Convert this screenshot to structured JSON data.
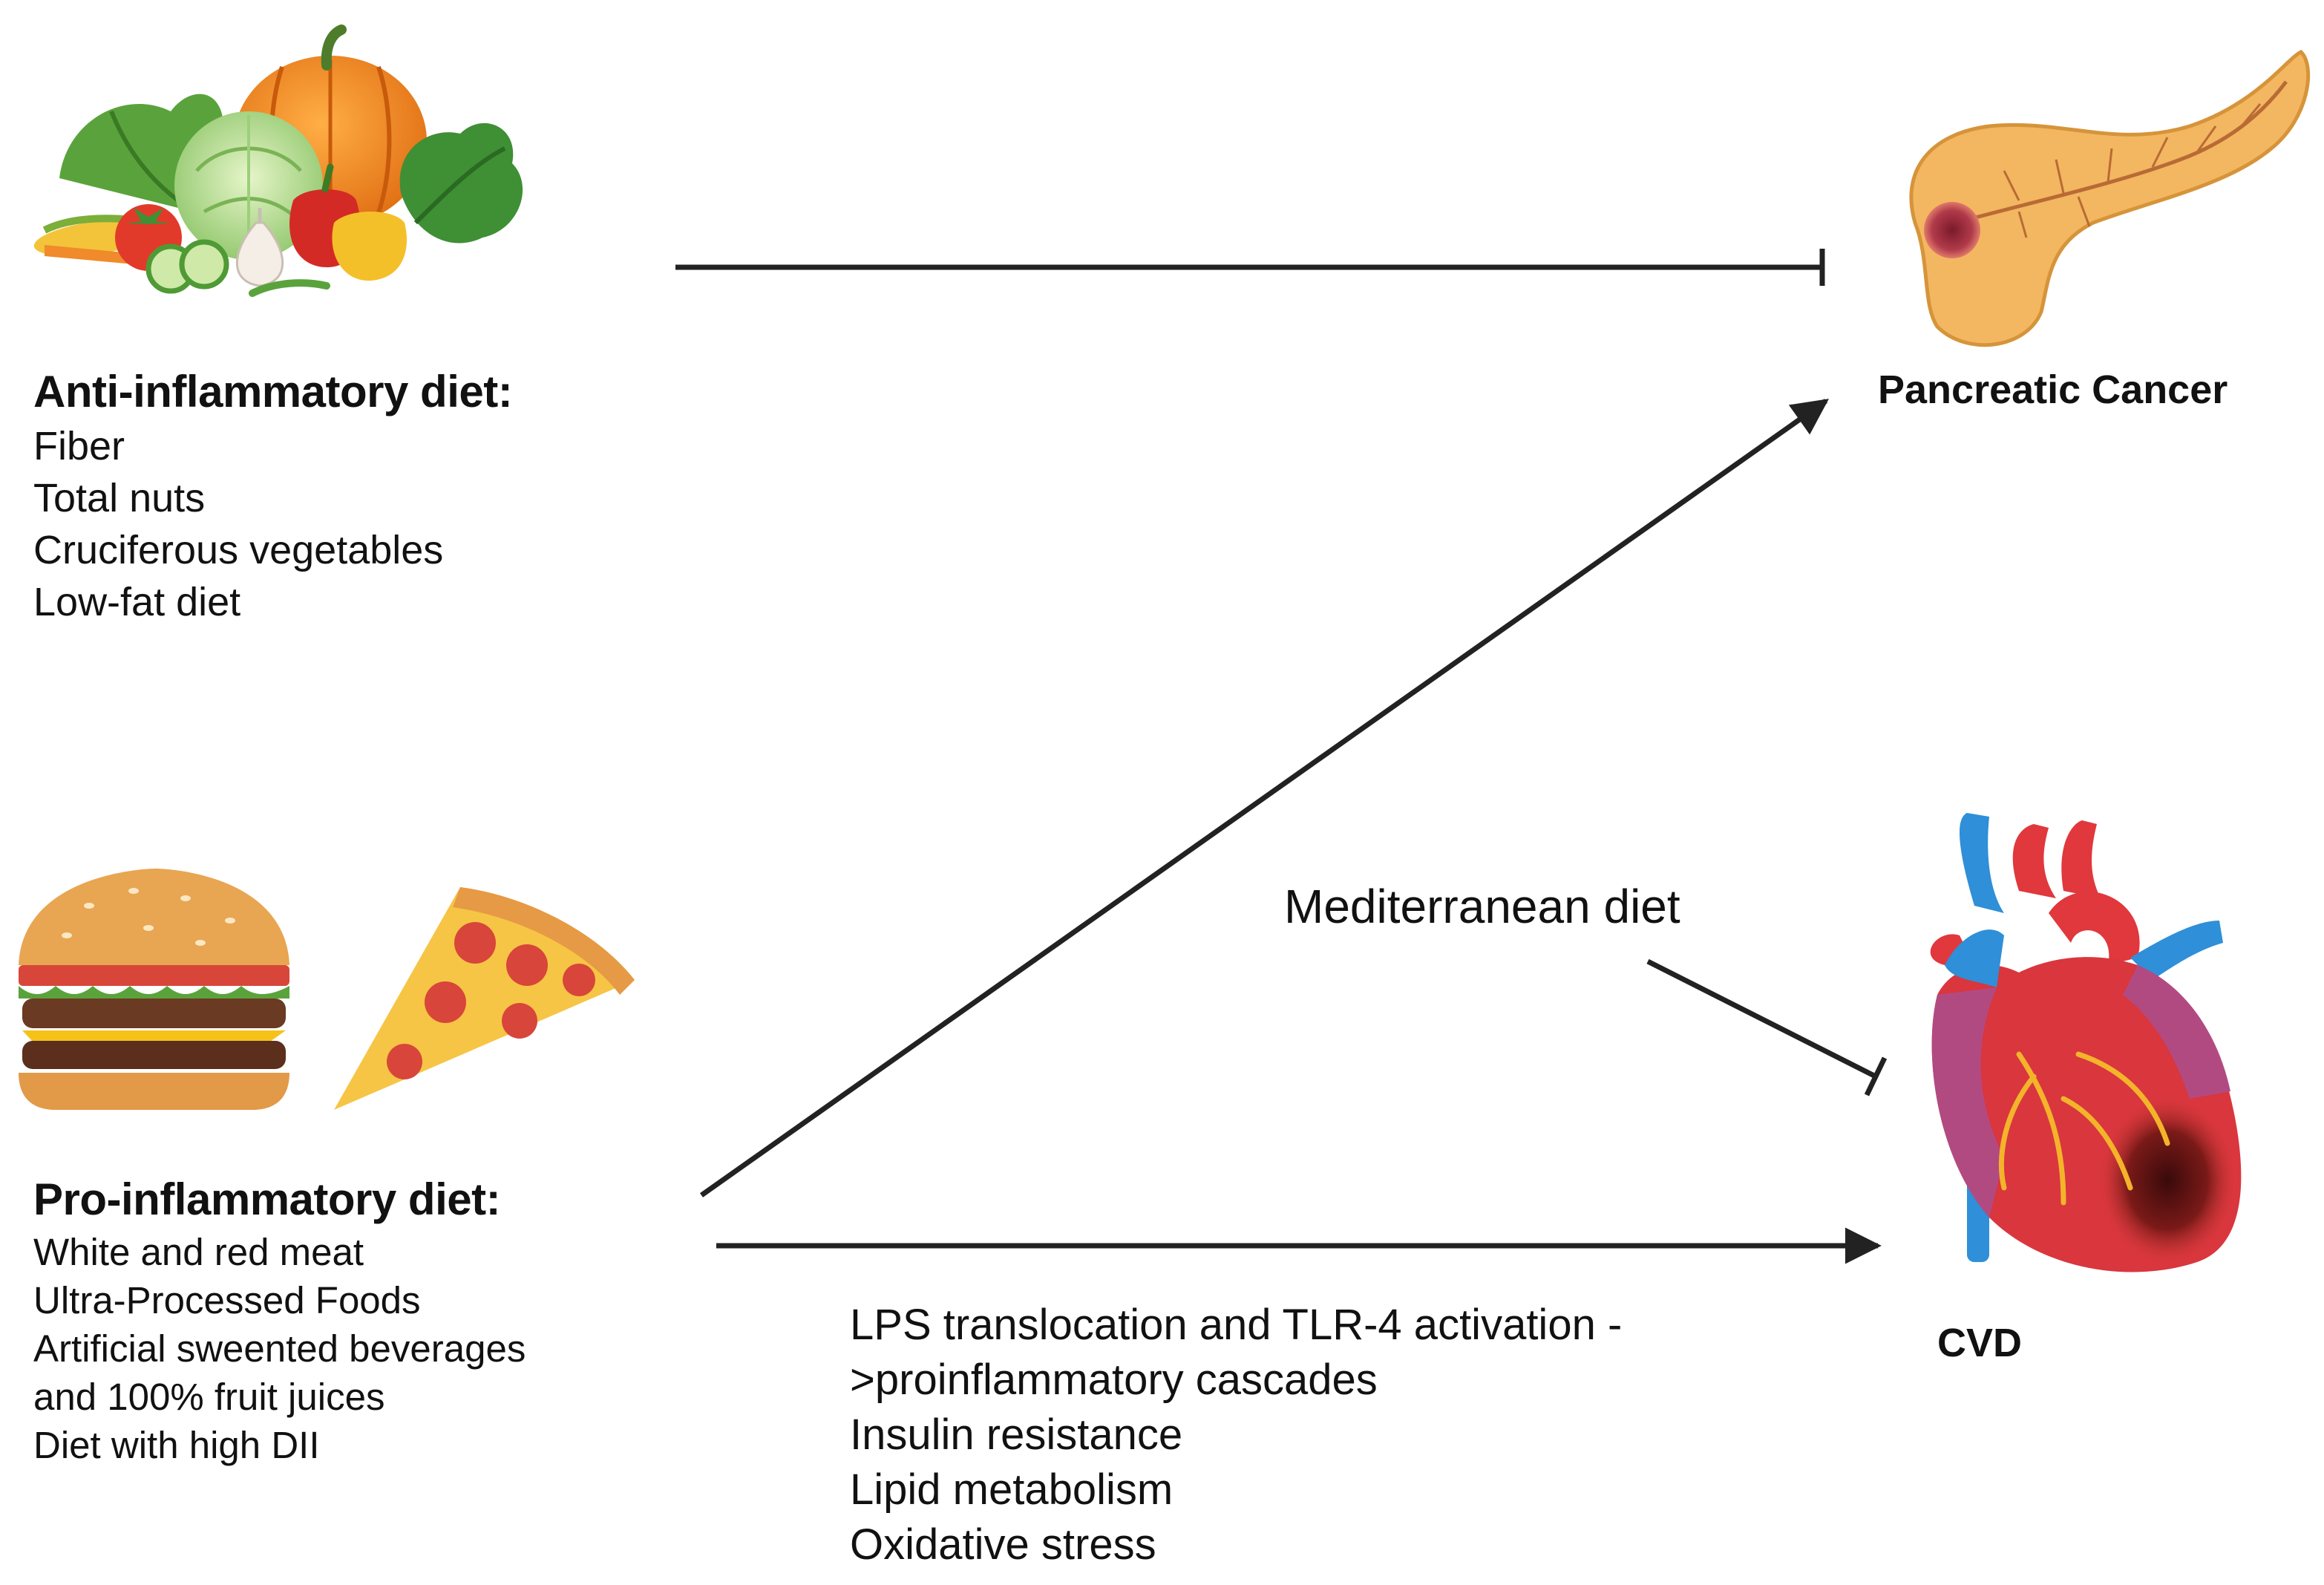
{
  "anti": {
    "heading": "Anti-inflammatory diet:",
    "items": [
      "Fiber",
      "Total nuts",
      "Cruciferous vegetables",
      "Low-fat diet"
    ]
  },
  "pro": {
    "heading": "Pro-inflammatory diet:",
    "items": [
      "White and red meat",
      "Ultra-Processed Foods",
      "Artificial sweented beverages",
      "and 100% fruit juices",
      "Diet with high DII"
    ]
  },
  "outcomes": {
    "pancreatic": "Pancreatic Cancer",
    "cvd": "CVD"
  },
  "mediterranean": "Mediterranean diet",
  "mechanisms": [
    "LPS translocation and TLR-4 activation -",
    ">proinflammatory cascades",
    "Insulin resistance",
    "Lipid metabolism",
    "Oxidative stress"
  ],
  "icons": [
    "vegetables-icon",
    "burger-icon",
    "pizza-icon",
    "pancreas-icon",
    "heart-icon"
  ],
  "colors": {
    "line": "#222222",
    "pancreas": "#f0b45c",
    "heart_red": "#d9363e",
    "vessel_blue": "#2f8fd8"
  }
}
